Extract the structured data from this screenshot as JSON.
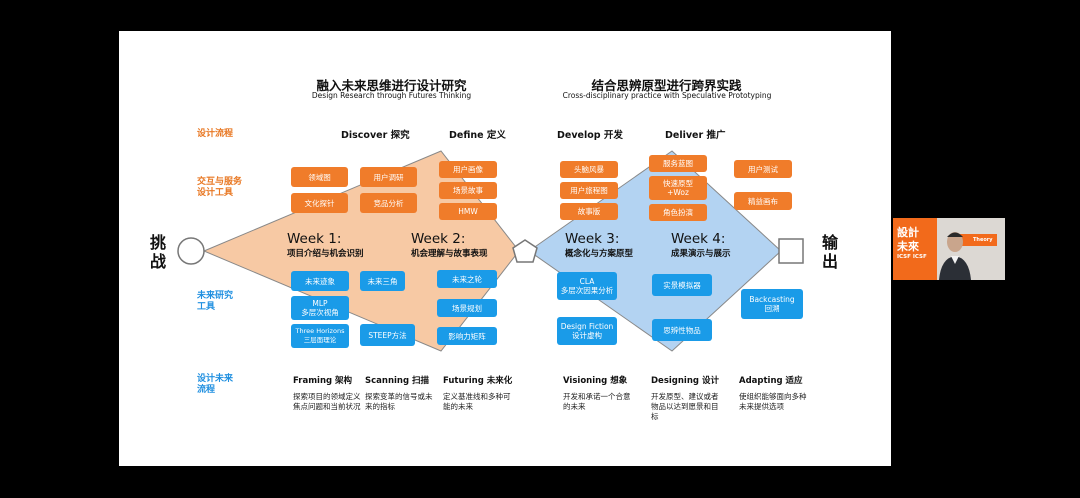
{
  "titles": {
    "left": "融入未来思维进行设计研究",
    "left_sub": "Design Research through Futures Thinking",
    "right": "结合思辨原型进行跨界实践",
    "right_sub": "Cross-disciplinary practice with Speculative Prototyping"
  },
  "row_labels": {
    "design_process": "设计流程",
    "interaction_tools": "交互与服务\n设计工具",
    "futures_tools": "未来研究\n工具",
    "futures_flow": "设计未来\n流程"
  },
  "phases": [
    "Discover 探究",
    "Define 定义",
    "Develop 开发",
    "Deliver 推广"
  ],
  "sides": {
    "left": "挑\n战",
    "right": "输\n出"
  },
  "weeks": [
    {
      "title": "Week 1:",
      "sub": "项目介绍与机会识别"
    },
    {
      "title": "Week 2:",
      "sub": "机会理解与故事表现"
    },
    {
      "title": "Week 3:",
      "sub": "概念化与方案原型"
    },
    {
      "title": "Week 4:",
      "sub": "成果演示与展示"
    }
  ],
  "orange_tools": {
    "b1": "领域图",
    "b2": "用户调研",
    "b3": "文化探针",
    "b4": "竞品分析",
    "b5": "用户画像",
    "b6": "场景故事",
    "b7": "HMW",
    "b8": "头脑风暴",
    "b9": "用户旅程图",
    "b10": "故事版",
    "b11": "服务蓝图",
    "b12": "快速原型\n+Woz",
    "b13": "角色扮演",
    "b14": "用户测试",
    "b15": "精益画布"
  },
  "blue_tools": {
    "c1": "未来迹象",
    "c2": "未来三角",
    "c3": "MLP\n多层次视角",
    "c4": "Three Horizons\n三层面理论",
    "c5": "STEEP方法",
    "c6": "未来之轮",
    "c7": "场景规划",
    "c8": "影响力矩阵",
    "c9": "CLA\n多层次因果分析",
    "c10": "Design Fiction\n设计虚构",
    "c11": "实景模拟器",
    "c12": "思辨性物品",
    "c13": "Backcasting\n回溯"
  },
  "flow": [
    {
      "head": "Framing 架构",
      "desc": "探索项目的领域定义焦点问题和当前状况"
    },
    {
      "head": "Scanning 扫描",
      "desc": "探索变革的信号或未来的指标"
    },
    {
      "head": "Futuring 未来化",
      "desc": "定义基准线和多种可能的未来"
    },
    {
      "head": "Visioning 想象",
      "desc": "开发和承诺一个合意的未来"
    },
    {
      "head": "Designing 设计",
      "desc": "开发原型、建议或者物品以达到愿景和目标"
    },
    {
      "head": "Adapting 适应",
      "desc": "使组织能够面向多种未来提供选项"
    }
  ],
  "webcam": {
    "banner_line1": "設計",
    "banner_line2": "未來",
    "banner_tag": "ICSF ICSF",
    "badge_name": "Theory"
  },
  "colors": {
    "orange": "#f07c2a",
    "blue": "#1a9be8",
    "orange_fill": "#f7c9a4",
    "blue_fill": "#b3d3f2"
  }
}
